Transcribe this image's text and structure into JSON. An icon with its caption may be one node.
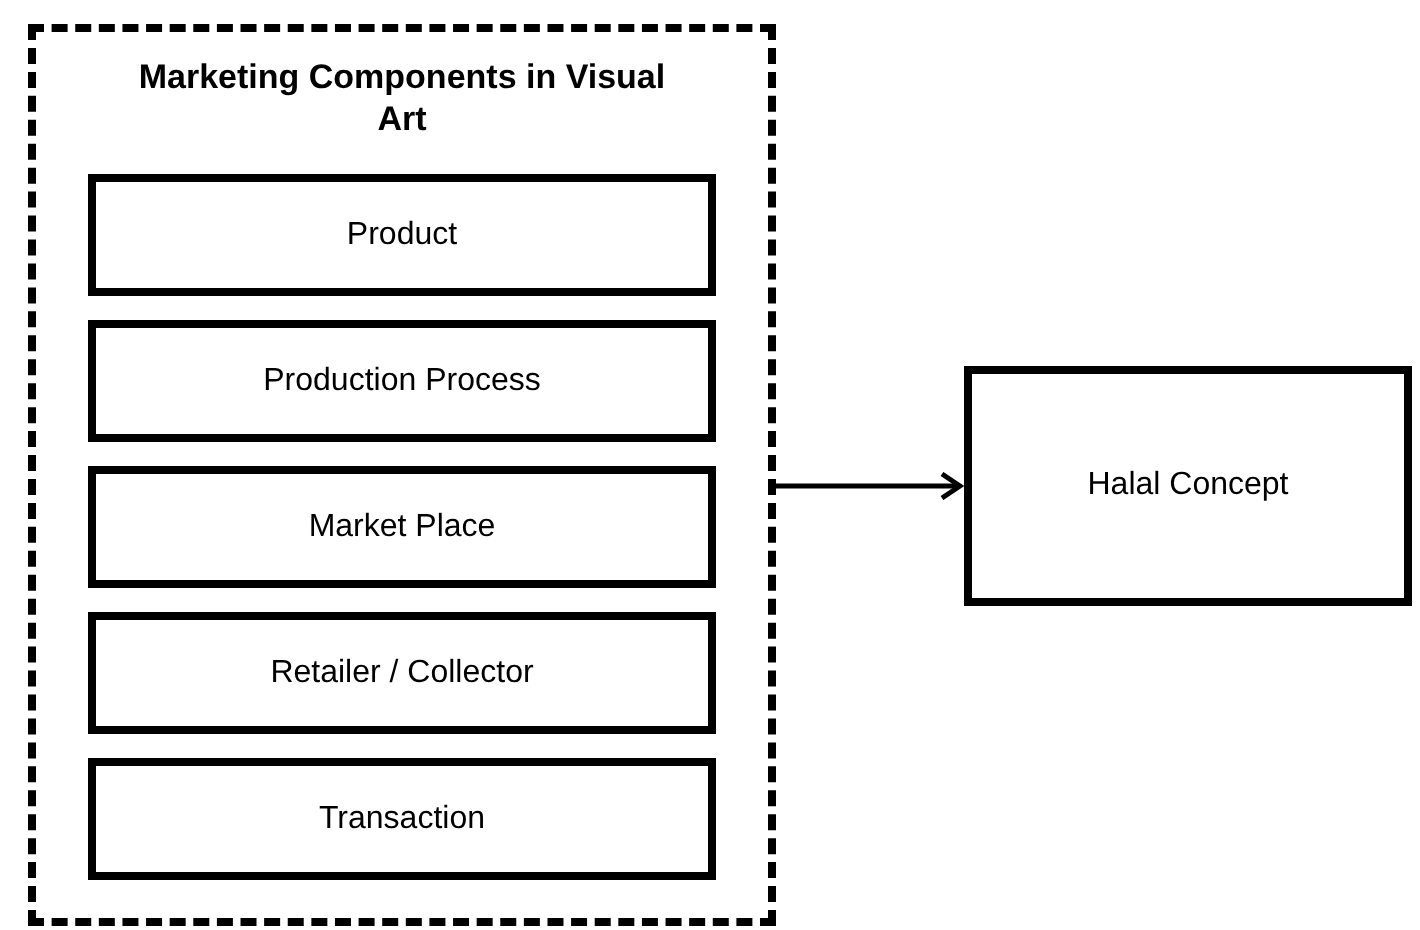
{
  "diagram": {
    "nodes": [
      {
        "text": [
          "Marketing Components in Visual Art"
        ]
      },
      {
        "text": [
          "Product"
        ],
        "in": 0
      },
      {
        "text": [
          "Production Process"
        ],
        "in": 0
      },
      {
        "text": [
          "Market Place"
        ],
        "in": 0
      },
      {
        "text": [
          "Retailer / Collector"
        ],
        "in": 0
      },
      {
        "text": [
          "Transaction"
        ],
        "in": 0
      },
      {
        "text": [
          "Halal Concept"
        ]
      }
    ],
    "edges": [
      {
        "from": 0,
        "to": 6,
        "arrow": "to"
      }
    ]
  }
}
